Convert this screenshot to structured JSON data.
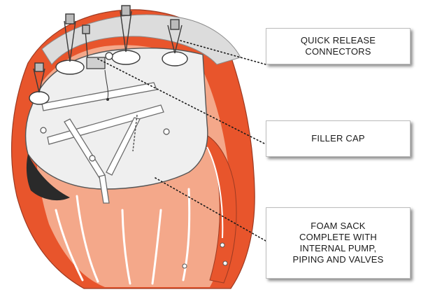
{
  "labels": {
    "quick_release": "QUICK RELEASE\nCONNECTORS",
    "filler_cap": "FILLER CAP",
    "foam_sack": "FOAM SACK\nCOMPLETE WITH\nINTERNAL PUMP,\nPIPING AND VALVES"
  },
  "colors": {
    "sack_outer": "#e8552c",
    "sack_inner": "#f4a88a",
    "stripe": "#ffffff",
    "top_rim": "#dcdcdc",
    "plate": "#efefef",
    "outline": "#555555"
  }
}
